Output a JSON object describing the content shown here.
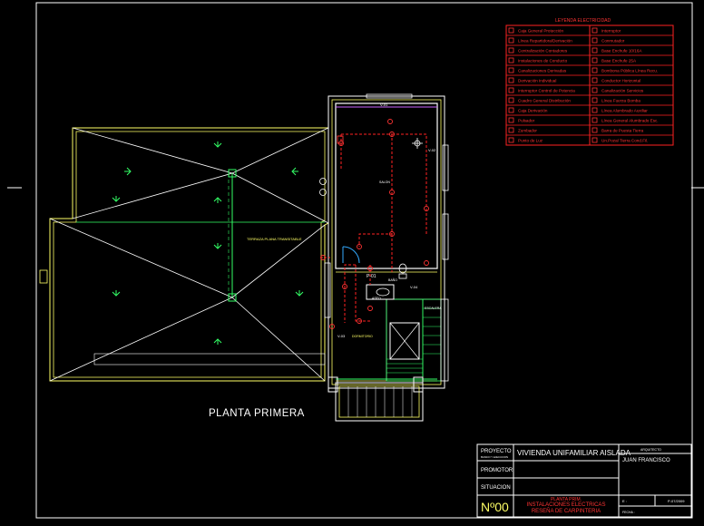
{
  "drawing": {
    "plan_title": "PLANTA  PRIMERA",
    "roof_label": "TERRAZA PLANA TRANSITABLE",
    "room_salon": "SALON",
    "room_dormitorio": "DORMITORIO",
    "room_escalera": "ESCALERA",
    "room_bano": "BAÑO",
    "room_aseo": "ASEO",
    "window_tags": [
      "V-01",
      "V-02",
      "V-03",
      "V-04"
    ],
    "door_tag": "P-01"
  },
  "legend": {
    "title": "LEYENDA ELECTRICIDAD",
    "left_items": [
      "Caja General Protección",
      "Línea Repartidora/Derivación",
      "Centralización Contadores",
      "Instalaciones de Conducto",
      "Canalizaciones Derivadas",
      "Derivación Individual",
      "Interruptor Control de Potencia",
      "Cuadro General Distribución",
      "Caja Derivación",
      "Pulsador",
      "Zumbador",
      "Punto de Luz"
    ],
    "right_items": [
      "Interruptor",
      "Conmutador",
      "Base Enchufe 10/16A",
      "Base Enchufe 25A",
      "Bombona Pública Línea Recu.",
      "Conductor Horizontal",
      "Canalización Servicios",
      "Línea Fuerza Bomba",
      "Línea Alumbrado Auxiliar",
      "Línea General Alumbrado Esc.",
      "Barra de Puesta Tierra",
      "Un.Pozal Tierra Cond.Fil."
    ]
  },
  "titleblock": {
    "proyecto_label": "PROYECTO",
    "proyecto_sub": "BASICO Y EJECUCION",
    "proyecto_value": "VIVIENDA UNIFAMILIAR AISLADA",
    "arquitecto_label": "ARQUITECTO",
    "arquitecto_value": "JUAN FRANCISCO",
    "promotor_label": "PROMOTOR",
    "situacion_label": "SITUACION",
    "number": "Nº00",
    "plan_line1": "PLANTA PRIM.",
    "plan_line2": "INSTALACIONES ELECTRICAS",
    "plan_line3": "RESEÑA DE CARPINTERIA",
    "escala_label": "E :",
    "fecha_label": "FECHA :",
    "code": "P-07/2009"
  }
}
